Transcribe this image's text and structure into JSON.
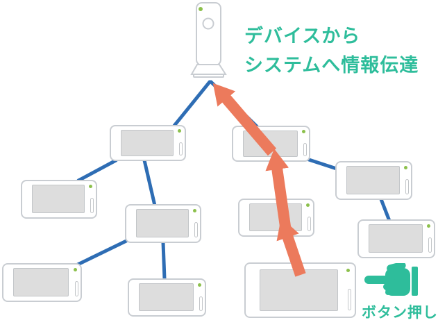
{
  "heading": {
    "line1": "デバイスから",
    "line2": "システムへ情報伝達"
  },
  "caption": {
    "label": "ボタン押し"
  },
  "colors": {
    "accent_teal": "#2EBD9B",
    "arrow_orange": "#EC7A5C",
    "link_blue": "#2E6DB4",
    "led_green": "#8CC04C",
    "device_border": "#C9CDD2",
    "screen_gray": "#DDDDDD"
  },
  "icons": {
    "hand": "left-pointing-hand-icon",
    "gateway": "gateway-tower-icon",
    "device": "mobile-device-icon"
  },
  "diagram": {
    "gateway_count": 1,
    "device_count": 10,
    "highlighted_arrow_count": 3
  }
}
